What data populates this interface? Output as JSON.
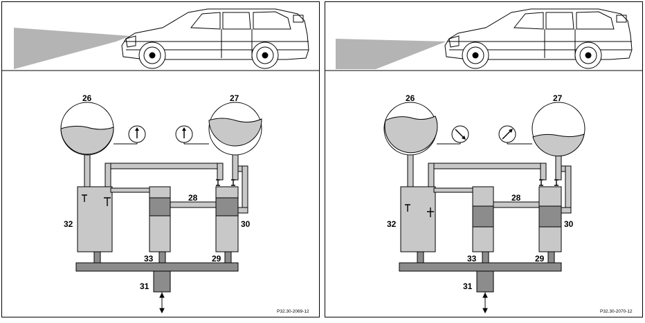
{
  "panels": [
    {
      "id": "left",
      "reference_code": "P32.30-2069-12",
      "labels": {
        "sphere_left": "26",
        "sphere_right": "27",
        "line": "28",
        "cylinder_right": "29",
        "return_line": "30",
        "inlet": "31",
        "valve_block": "32",
        "cylinder_middle": "33"
      },
      "gauge_left_needle": "up",
      "gauge_right_needle": "up"
    },
    {
      "id": "right",
      "reference_code": "P32.30-2070-12",
      "labels": {
        "sphere_left": "26",
        "sphere_right": "27",
        "line": "28",
        "cylinder_right": "29",
        "return_line": "30",
        "inlet": "31",
        "valve_block": "32",
        "cylinder_middle": "33"
      },
      "gauge_left_needle": "down-right",
      "gauge_right_needle": "up-right"
    }
  ],
  "colors": {
    "fluid": "#c8c8c8",
    "piston": "#8c8c8c",
    "line": "#000000",
    "background": "#ffffff"
  }
}
